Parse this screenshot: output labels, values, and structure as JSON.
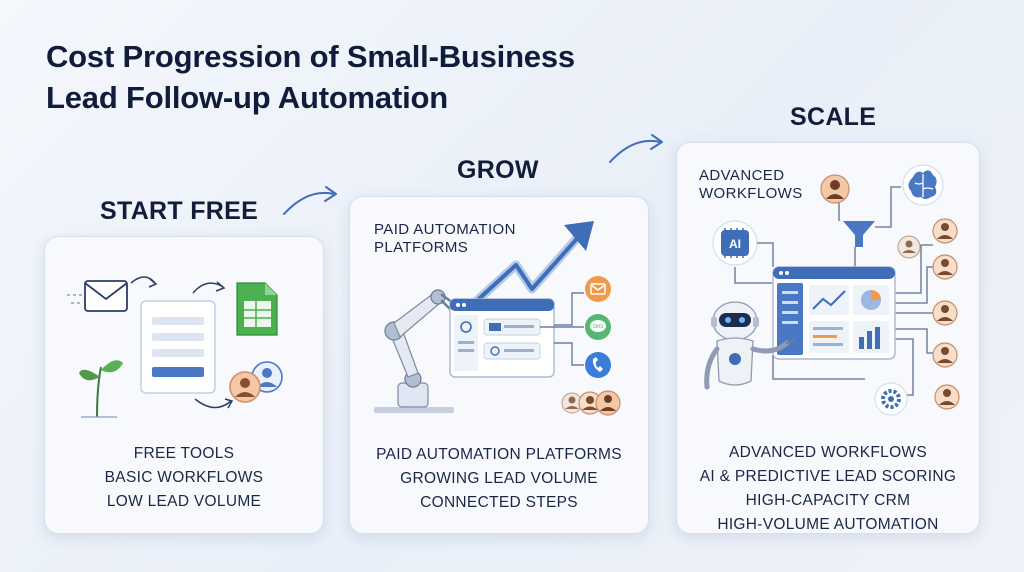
{
  "title": {
    "line1": "Cost Progression of Small-Business",
    "line2": "Lead Follow-up Automation"
  },
  "stages": [
    {
      "label": "START FREE",
      "features": [
        "FREE TOOLS",
        "BASIC WORKFLOWS",
        "LOW LEAD VOLUME"
      ]
    },
    {
      "label": "GROW",
      "heading": [
        "PAID AUTOMATION",
        "PLATFORMS"
      ],
      "features": [
        "PAID AUTOMATION PLATFORMS",
        "GROWING LEAD VOLUME",
        "CONNECTED STEPS"
      ]
    },
    {
      "label": "SCALE",
      "heading": [
        "ADVANCED",
        "WORKFLOWS"
      ],
      "ai_badge": "AI",
      "sms_label": "SMS",
      "features": [
        "ADVANCED WORKFLOWS",
        "AI & PREDICTIVE LEAD SCORING",
        "HIGH-CAPACITY CRM",
        "HIGH-VOLUME AUTOMATION"
      ]
    }
  ],
  "colors": {
    "accent": "#3f6db8",
    "title": "#0f1c3a",
    "sheet_green": "#4caf50",
    "email_orange": "#f2994a",
    "chat_green": "#56b870",
    "phone_blue": "#3b7dd8",
    "avatar_peach": "#f4c7a7"
  },
  "icons": [
    "envelope-icon",
    "document-icon",
    "spreadsheet-icon",
    "sprout-icon",
    "avatar-icon",
    "robot-arm-icon",
    "dashboard-icon",
    "trend-arrow-icon",
    "email-icon",
    "chat-icon",
    "phone-icon",
    "brain-icon",
    "ai-chip-icon",
    "robot-icon",
    "gear-icon",
    "filter-icon"
  ]
}
